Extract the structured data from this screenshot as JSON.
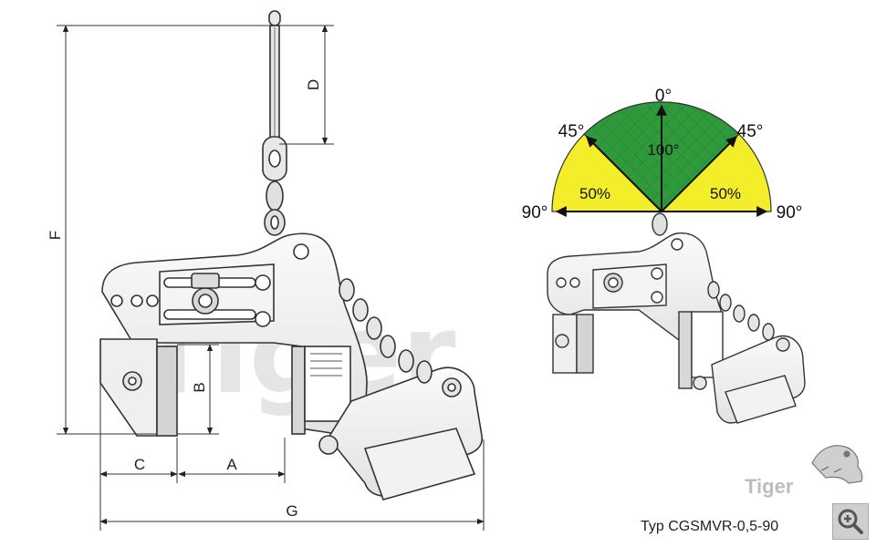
{
  "dimensions": {
    "a": "A",
    "b": "B",
    "c": "C",
    "d": "D",
    "f": "F",
    "g": "G"
  },
  "load_diagram": {
    "angle_top": "0°",
    "angle_upper_left": "45°",
    "angle_upper_right": "45°",
    "angle_left": "90°",
    "angle_right": "90°",
    "center_capacity": "100°",
    "left_capacity": "50%",
    "right_capacity": "50%",
    "colors": {
      "full_zone": "#2e9a3c",
      "reduced_zone": "#f4ee2a"
    }
  },
  "caption": "Typ CGSMVR-0,5-90",
  "logo": {
    "brand": "Tiger",
    "watermark": "Tiger"
  },
  "zoom_button_icon": "magnifier-plus-icon"
}
